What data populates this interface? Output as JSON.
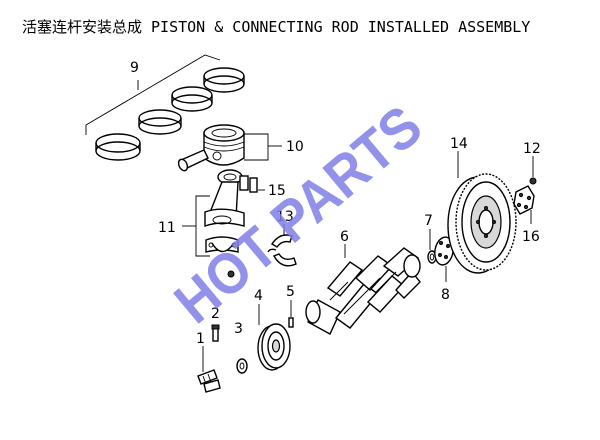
{
  "title": "活塞连杆安装总成 PISTON & CONNECTING ROD INSTALLED ASSEMBLY",
  "callouts": {
    "c1": "1",
    "c2": "2",
    "c3": "3",
    "c4": "4",
    "c5": "5",
    "c6": "6",
    "c7": "7",
    "c8": "8",
    "c9": "9",
    "c10": "10",
    "c11": "11",
    "c12": "12",
    "c13": "13",
    "c14": "14",
    "c15": "15",
    "c16": "16"
  },
  "watermark": "HOT PARTS",
  "watermark_color": "#7f7fe8"
}
